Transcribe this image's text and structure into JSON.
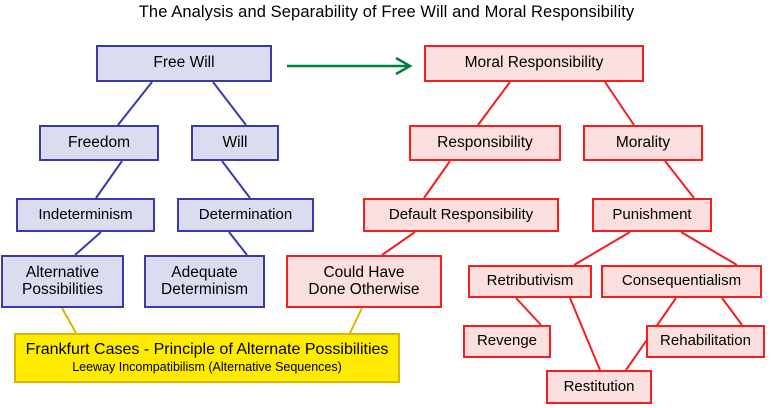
{
  "title": "The Analysis and Separability of Free Will and Moral Responsibility",
  "colors": {
    "blue_fill": "#dcdcf0",
    "blue_border": "#3a3aa8",
    "red_fill": "#fbdede",
    "red_border": "#f51d1d",
    "yellow_fill": "#ffeb00",
    "yellow_border": "#d6b800",
    "green_arrow": "#008040",
    "background": "#ffffff"
  },
  "nodes": {
    "free_will": "Free Will",
    "freedom": "Freedom",
    "will": "Will",
    "indeterminism": "Indeterminism",
    "determination": "Determination",
    "alternative_possibilities": "Alternative\nPossibilities",
    "adequate_determinism": "Adequate\nDeterminism",
    "moral_responsibility": "Moral Responsibility",
    "responsibility": "Responsibility",
    "morality": "Morality",
    "default_responsibility": "Default Responsibility",
    "punishment": "Punishment",
    "could_have_done_otherwise": "Could Have\nDone Otherwise",
    "retributivism": "Retributivism",
    "consequentialism": "Consequentialism",
    "revenge": "Revenge",
    "rehabilitation": "Rehabilitation",
    "restitution": "Restitution",
    "frankfurt_line1": "Frankfurt Cases - Principle of Alternate Possibilities",
    "frankfurt_line2": "Leeway Incompatibilism (Alternative Sequences)"
  },
  "edges": [
    {
      "from": "free_will",
      "to": "freedom",
      "color": "#3a3aa8"
    },
    {
      "from": "free_will",
      "to": "will",
      "color": "#3a3aa8"
    },
    {
      "from": "freedom",
      "to": "indeterminism",
      "color": "#3a3aa8"
    },
    {
      "from": "will",
      "to": "determination",
      "color": "#3a3aa8"
    },
    {
      "from": "indeterminism",
      "to": "alternative_possibilities",
      "color": "#3a3aa8"
    },
    {
      "from": "determination",
      "to": "adequate_determinism",
      "color": "#3a3aa8"
    },
    {
      "from": "alternative_possibilities",
      "to": "frankfurt_box",
      "color": "#d6b800"
    },
    {
      "from": "could_have_done_otherwise",
      "to": "frankfurt_box",
      "color": "#d6b800"
    },
    {
      "from": "moral_responsibility",
      "to": "responsibility",
      "color": "#f51d1d"
    },
    {
      "from": "moral_responsibility",
      "to": "morality",
      "color": "#f51d1d"
    },
    {
      "from": "responsibility",
      "to": "default_responsibility",
      "color": "#f51d1d"
    },
    {
      "from": "morality",
      "to": "punishment",
      "color": "#f51d1d"
    },
    {
      "from": "default_responsibility",
      "to": "could_have_done_otherwise",
      "color": "#f51d1d"
    },
    {
      "from": "punishment",
      "to": "retributivism",
      "color": "#f51d1d"
    },
    {
      "from": "punishment",
      "to": "consequentialism",
      "color": "#f51d1d"
    },
    {
      "from": "retributivism",
      "to": "revenge",
      "color": "#f51d1d"
    },
    {
      "from": "retributivism",
      "to": "restitution",
      "color": "#f51d1d"
    },
    {
      "from": "consequentialism",
      "to": "restitution",
      "color": "#f51d1d"
    },
    {
      "from": "consequentialism",
      "to": "rehabilitation",
      "color": "#f51d1d"
    },
    {
      "from": "free_will",
      "to": "moral_responsibility",
      "color": "#008040",
      "kind": "arrow"
    }
  ]
}
